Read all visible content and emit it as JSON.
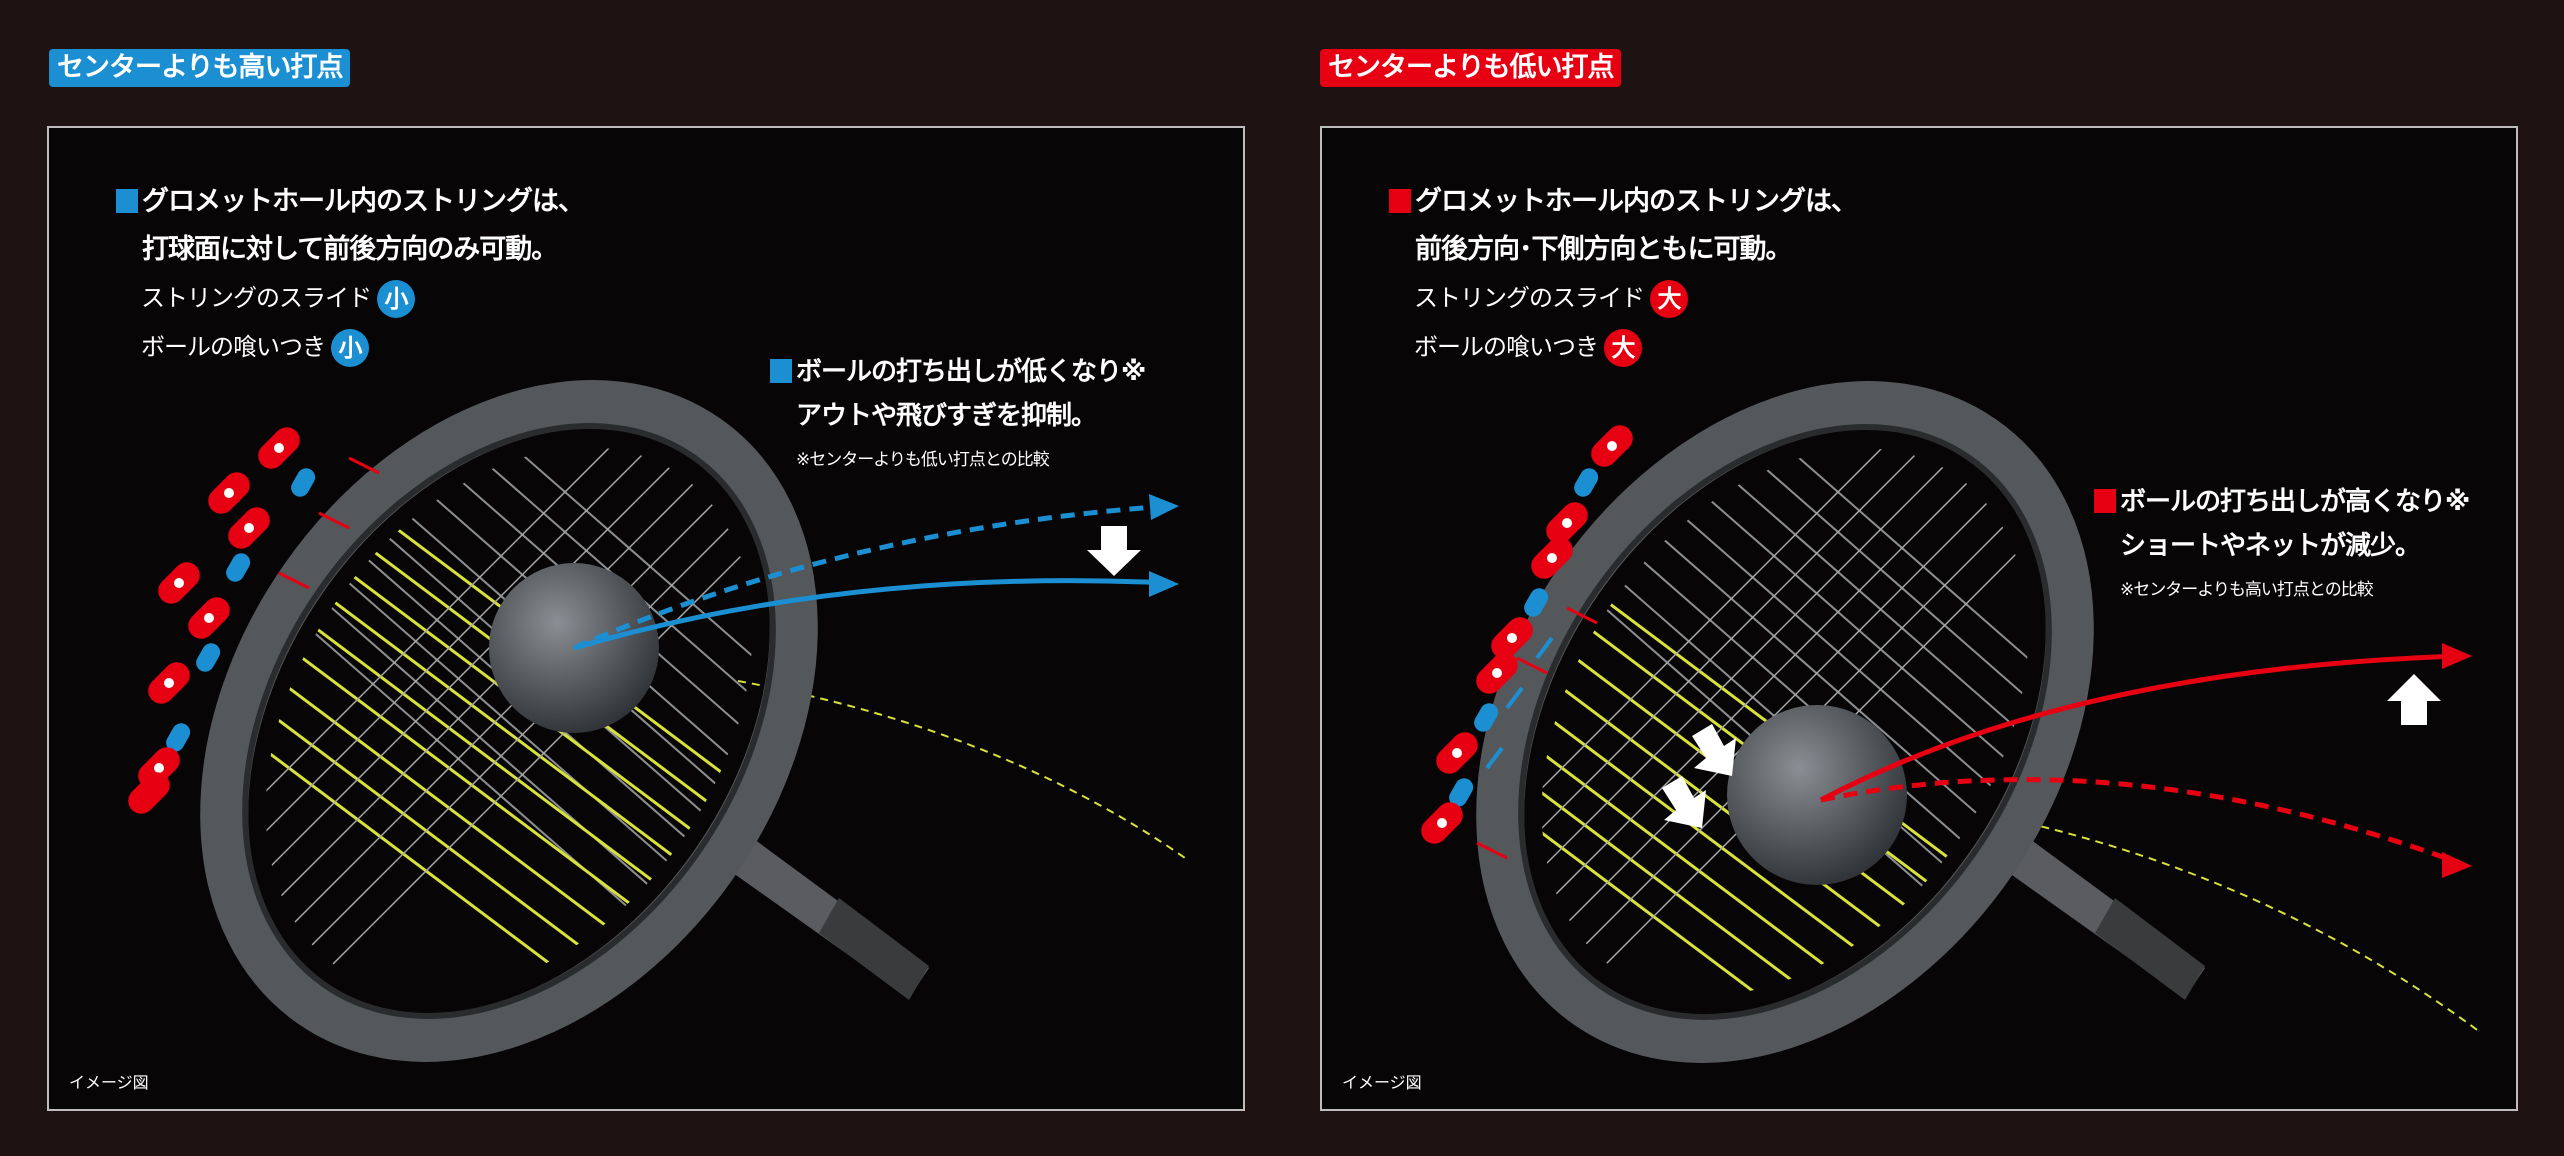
{
  "colors": {
    "blue": "#1b8fd2",
    "red": "#e60012",
    "yellow": "#d8e23a"
  },
  "left": {
    "tag": "センターよりも高い打点",
    "heading_line1": "グロメットホール内のストリングは、",
    "heading_line2": "打球面に対して前後方向のみ可動。",
    "slide_label": "ストリングのスライド",
    "slide_value": "小",
    "bite_label": "ボールの喰いつき",
    "bite_value": "小",
    "result_line1": "ボールの打ち出しが低くなり※",
    "result_line2": "アウトや飛びすぎを抑制。",
    "note": "※センターよりも低い打点との比較",
    "caption": "イメージ図"
  },
  "right": {
    "tag": "センターよりも低い打点",
    "heading_line1": "グロメットホール内のストリングは、",
    "heading_line2": "前後方向･下側方向ともに可動。",
    "slide_label": "ストリングのスライド",
    "slide_value": "大",
    "bite_label": "ボールの喰いつき",
    "bite_value": "大",
    "result_line1": "ボールの打ち出しが高くなり※",
    "result_line2": "ショートやネットが減少。",
    "note": "※センターよりも高い打点との比較",
    "caption": "イメージ図"
  }
}
